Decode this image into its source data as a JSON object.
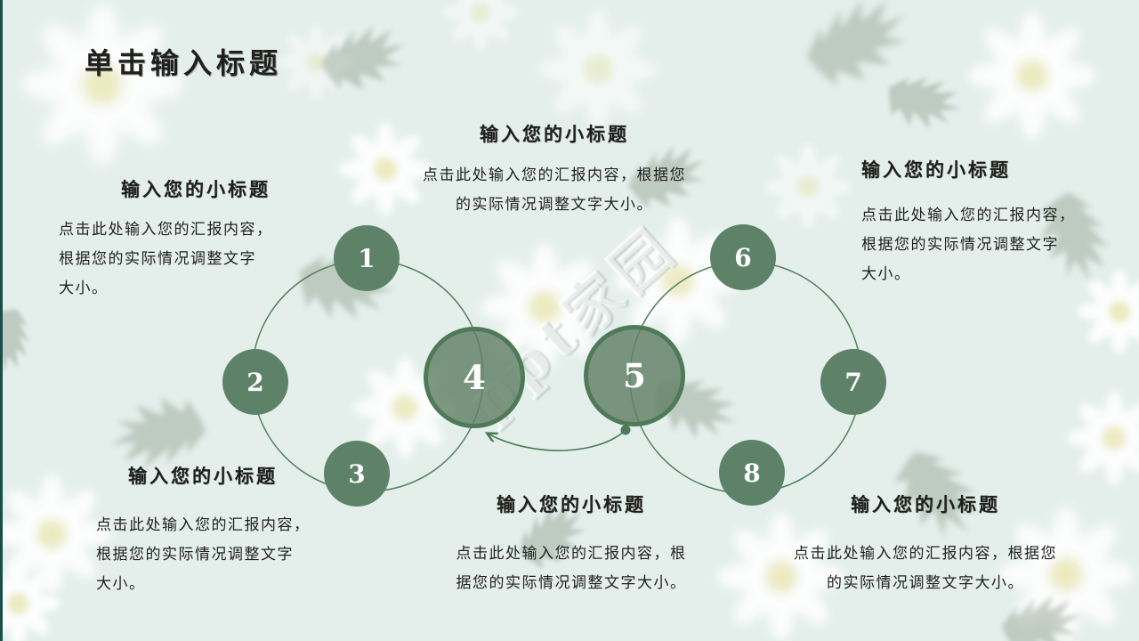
{
  "slide": {
    "title": "单击输入标题",
    "watermark": "ppt家园"
  },
  "palette": {
    "background": "#e4efec",
    "node_fill": "#5d8268",
    "node_big_fill": "rgba(97,128,101,0.82)",
    "node_border": "#4e7a58",
    "ring_stroke": "#55815f",
    "arrow_color": "#4e7a58",
    "text": "#1f201e",
    "number_text": "#ffffff",
    "left_edge_strip": "#17504a"
  },
  "diagram": {
    "nodes": [
      {
        "number": "1"
      },
      {
        "number": "2"
      },
      {
        "number": "3"
      },
      {
        "number": "4"
      },
      {
        "number": "5"
      },
      {
        "number": "6"
      },
      {
        "number": "7"
      },
      {
        "number": "8"
      }
    ]
  },
  "sections": [
    {
      "position": "top-center",
      "heading": "输入您的小标题",
      "lines": [
        "点击此处输入您的汇报内容，根据您",
        "的实际情况调整文字大小。"
      ]
    },
    {
      "position": "left-upper",
      "heading": "输入您的小标题",
      "lines": [
        "点击此处输入您的汇报内容，",
        "根据您的实际情况调整文字",
        "大小。"
      ]
    },
    {
      "position": "right-upper",
      "heading": "输入您的小标题",
      "lines": [
        "点击此处输入您的汇报内容，",
        "根据您的实际情况调整文字",
        "大小。"
      ]
    },
    {
      "position": "left-lower",
      "heading": "输入您的小标题",
      "lines": [
        "点击此处输入您的汇报内容，",
        "根据您的实际情况调整文字",
        "大小。"
      ]
    },
    {
      "position": "bottom-center",
      "heading": "输入您的小标题",
      "lines": [
        "点击此处输入您的汇报内容，根",
        "据您的实际情况调整文字大小。"
      ]
    },
    {
      "position": "bottom-right",
      "heading": "输入您的小标题",
      "lines": [
        "点击此处输入您的汇报内容，根据您",
        "的实际情况调整文字大小。"
      ]
    }
  ]
}
